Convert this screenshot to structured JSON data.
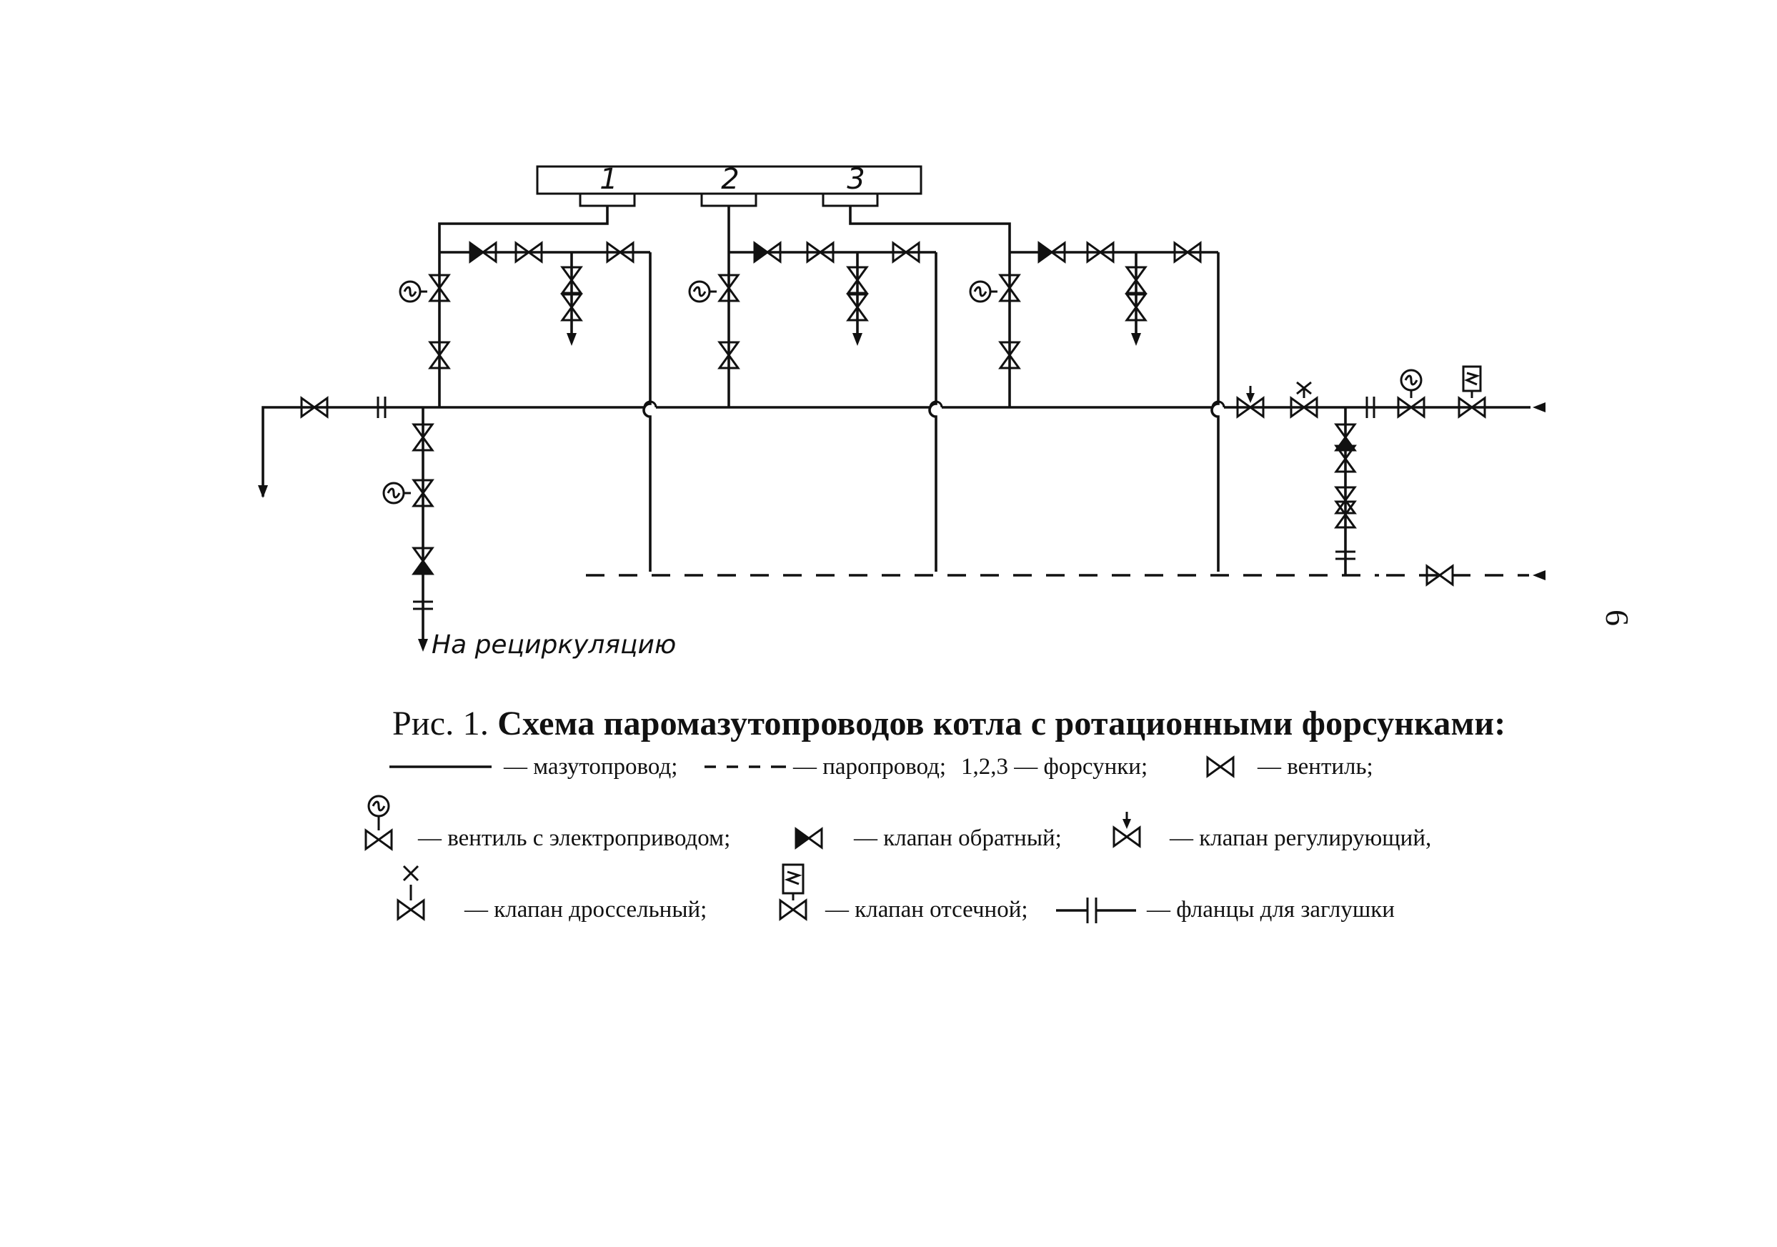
{
  "diagram": {
    "burner_labels": [
      "1",
      "2",
      "3"
    ],
    "recirculation_label": "На рециркуляцию"
  },
  "caption": {
    "prefix": "Рис. 1.",
    "title": "Схема паромазутопроводов котла с ротационными форсунками:"
  },
  "legend": [
    {
      "id": "fuel_line",
      "label": "— мазутопровод;"
    },
    {
      "id": "steam_line",
      "label": "— паропровод;"
    },
    {
      "id": "burners",
      "label": "1,2,3 — форсунки;"
    },
    {
      "id": "valve",
      "label": "— вентиль;"
    },
    {
      "id": "motor_valve",
      "label": "— вентиль с электроприводом;"
    },
    {
      "id": "check_valve",
      "label": "— клапан обратный;"
    },
    {
      "id": "control_valve",
      "label": "— клапан регулирующий,"
    },
    {
      "id": "throttle_valve",
      "label": "— клапан дроссельный;"
    },
    {
      "id": "shutoff_valve",
      "label": "— клапан отсечной;"
    },
    {
      "id": "blind_flanges",
      "label": "— фланцы для заглушки"
    }
  ],
  "page_number": "6"
}
